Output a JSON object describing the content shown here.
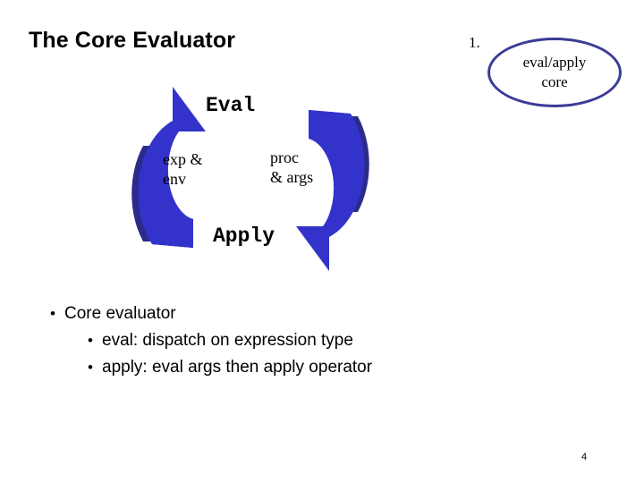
{
  "slide": {
    "title": "The Core Evaluator",
    "page_number": "4",
    "background_color": "#ffffff"
  },
  "callout": {
    "number": "1.",
    "line1": "eval/apply",
    "line2": "core",
    "oval_border_color": "#3b3b96"
  },
  "cycle_diagram": {
    "arrow_color": "#3333cc",
    "arrow_shadow_color": "#2b2b8c",
    "top_label": "Eval",
    "bottom_label": "Apply",
    "left_label_line1": "exp &",
    "left_label_line2": "env",
    "right_label_line1": "proc",
    "right_label_line2": "& args"
  },
  "bullets": [
    {
      "level": 1,
      "marker": "•",
      "text": "Core evaluator"
    },
    {
      "level": 2,
      "marker": "•",
      "text": "eval: dispatch on expression type"
    },
    {
      "level": 2,
      "marker": "•",
      "text": "apply: eval args then apply operator"
    }
  ]
}
